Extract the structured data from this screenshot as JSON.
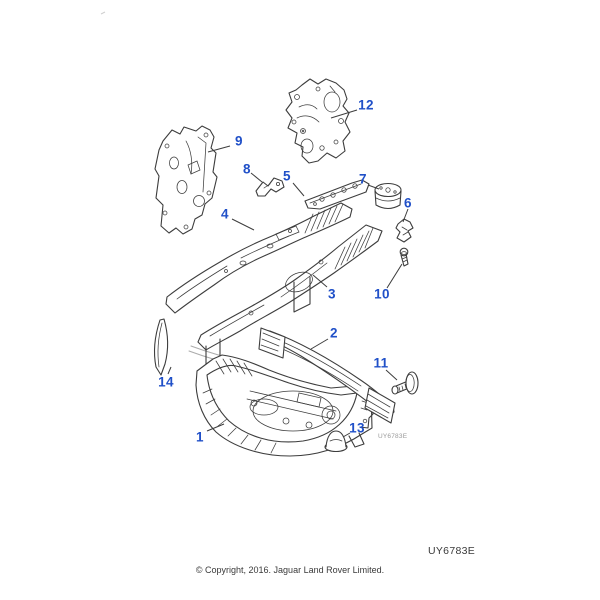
{
  "diagram": {
    "callout_color": "#2050c8",
    "line_color": "#3d3d3d",
    "watermark_code": "UY6783E",
    "footer_code": "UY6783E",
    "copyright": "© Copyright, 2016. Jaguar Land Rover Limited.",
    "callouts": [
      {
        "label": "1"
      },
      {
        "label": "2"
      },
      {
        "label": "3"
      },
      {
        "label": "4"
      },
      {
        "label": "5"
      },
      {
        "label": "6"
      },
      {
        "label": "7"
      },
      {
        "label": "8"
      },
      {
        "label": "9"
      },
      {
        "label": "10"
      },
      {
        "label": "11"
      },
      {
        "label": "12"
      },
      {
        "label": "13"
      },
      {
        "label": "14"
      }
    ]
  }
}
